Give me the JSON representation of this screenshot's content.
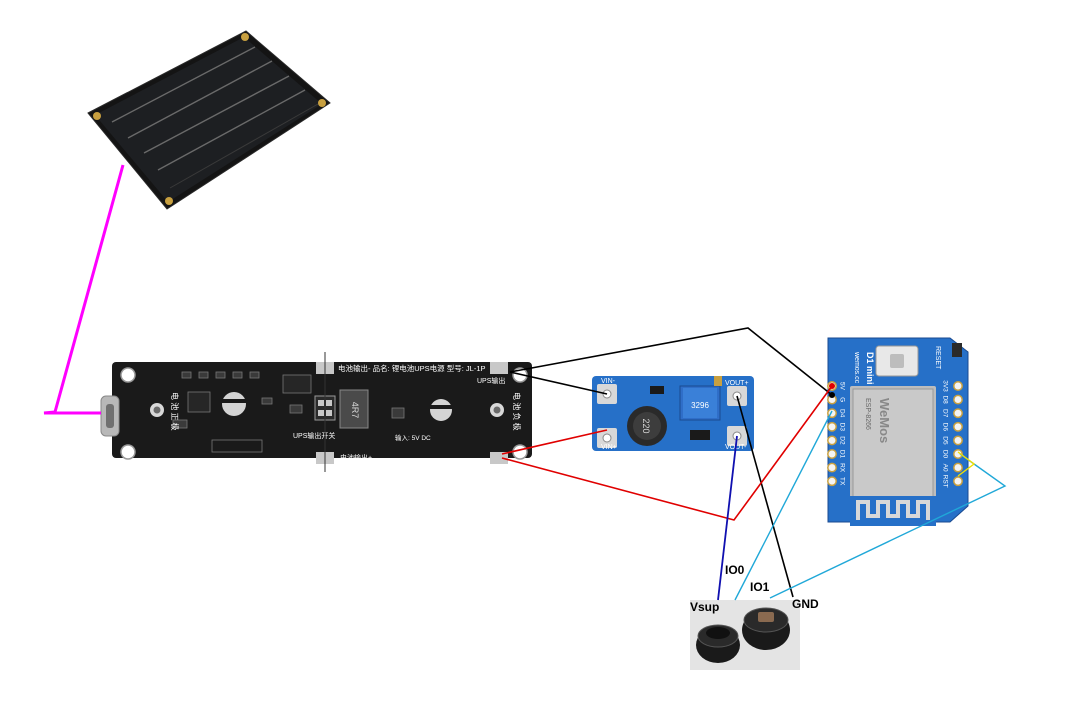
{
  "components": {
    "solar_panel": {},
    "ups_board": {
      "header_text": "电池输出- 品名: 锂电池UPS电源 型号: JL-1P",
      "ups_out_top": "UPS输出",
      "ups_switch": "UPS输出开关",
      "battery_plus": "电池输出+",
      "input_spec": "输入: 5V DC",
      "side_left": "电 池 正 极",
      "side_right": "电 池 负 极",
      "inductor": "4R7"
    },
    "boost_converter": {
      "vin_minus": "VIN-",
      "vin_plus": "VIN+",
      "vout_plus": "VOUT+",
      "vout_minus": "VOUT-",
      "inductor": "220",
      "pot": "3296"
    },
    "d1_mini": {
      "title": "D1 mini",
      "brand": "WeMos",
      "site": "wemos.cc",
      "chip_model": "ESP-8266",
      "reset_label": "RESET",
      "left_pins": [
        "5V",
        "G",
        "D4",
        "D3",
        "D2",
        "D1",
        "RX",
        "TX"
      ],
      "right_pins": [
        "3V3",
        "D8",
        "D7",
        "D6",
        "D5",
        "D0",
        "A0",
        "RST"
      ]
    },
    "sensors": {}
  },
  "labels": {
    "io0": "IO0",
    "io1": "IO1",
    "vsup": "Vsup",
    "gnd": "GND"
  },
  "colors": {
    "solar_wire": "#ff00ff",
    "negative_wire": "#000000",
    "positive_wire": "#e00000",
    "vsup_wire": "#1010b0",
    "signal_wire": "#20a8d8",
    "reset_wire": "#f0e000",
    "pcb_black": "#1a1a1a",
    "pcb_blue": "#2670c8",
    "solder_pad": "#d8d8d8"
  }
}
